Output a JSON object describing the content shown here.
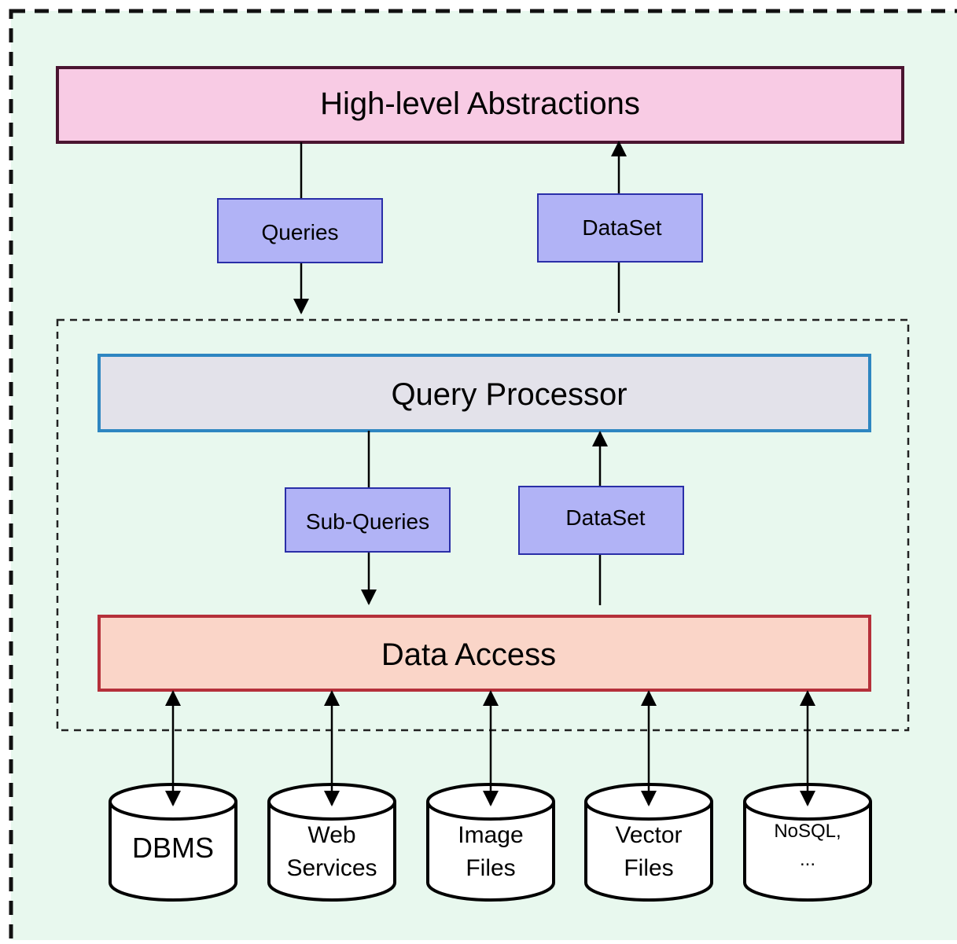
{
  "colors": {
    "background": "#e8f8ee",
    "outer_border": "#111111",
    "abstractions_fill": "#f8cbe4",
    "abstractions_border": "#4a1530",
    "query_processor_fill": "#e3e2ea",
    "query_processor_border": "#2e86c1",
    "data_access_fill": "#fad5c8",
    "data_access_border": "#b5303a",
    "message_fill": "#b1b3f6",
    "message_border": "#2a2fa8"
  },
  "layers": {
    "abstractions": "High-level Abstractions",
    "query_processor": "Query Processor",
    "data_access": "Data Access"
  },
  "messages": {
    "queries": "Queries",
    "dataset_top": "DataSet",
    "sub_queries": "Sub-Queries",
    "dataset_bottom": "DataSet"
  },
  "sources": [
    {
      "lines": [
        "DBMS"
      ]
    },
    {
      "lines": [
        "Web",
        "Services"
      ]
    },
    {
      "lines": [
        "Image",
        "Files"
      ]
    },
    {
      "lines": [
        "Vector",
        "Files"
      ]
    },
    {
      "lines": [
        "NoSQL,",
        "..."
      ]
    }
  ]
}
